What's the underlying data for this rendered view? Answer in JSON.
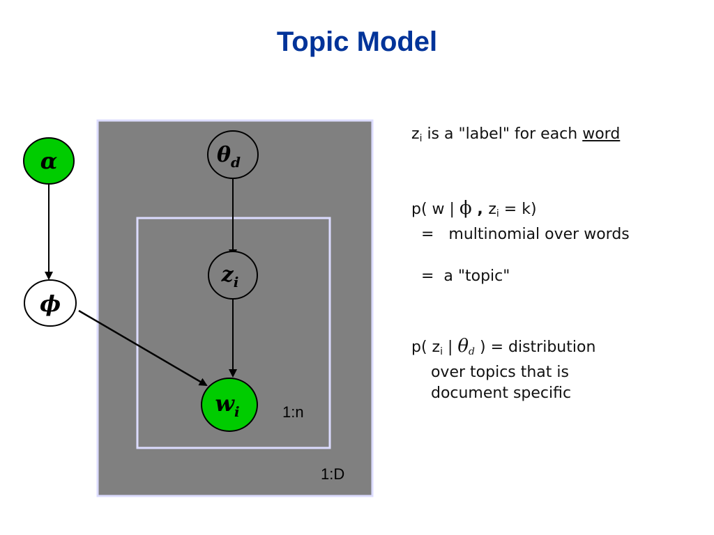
{
  "title": "Topic Model",
  "colors": {
    "title": "#003399",
    "outer_plate": "#808080",
    "observed_node": "#00cc00",
    "inner_plate_border": "#dcdcff"
  },
  "diagram": {
    "nodes": {
      "alpha": "α",
      "phi": "ϕ",
      "theta": "θ",
      "theta_sub": "d",
      "z": "z",
      "z_sub": "i",
      "w": "w",
      "w_sub": "i"
    },
    "plates": {
      "inner_label": "1:n",
      "outer_label": "1:D"
    }
  },
  "notes": {
    "line1_var": "z",
    "line1_sub": "i",
    "line1_text": " is a \"label\" for each ",
    "line1_underlined": "word",
    "line2_a": "p( w | ",
    "line2_phi": "ϕ",
    "line2_comma": " , ",
    "line2_z": "z",
    "line2_sub": "i",
    "line2_b": " = k)",
    "line3": "  =   multinomial over words",
    "line4": "  =  a \"topic\"",
    "line5_a": "p( z",
    "line5_sub": "i",
    "line5_b": " | ",
    "line5_theta": "θ",
    "line5_theta_sub": "d",
    "line5_c": " ) = distribution",
    "line6": "    over topics that is",
    "line7": "    document specific"
  }
}
